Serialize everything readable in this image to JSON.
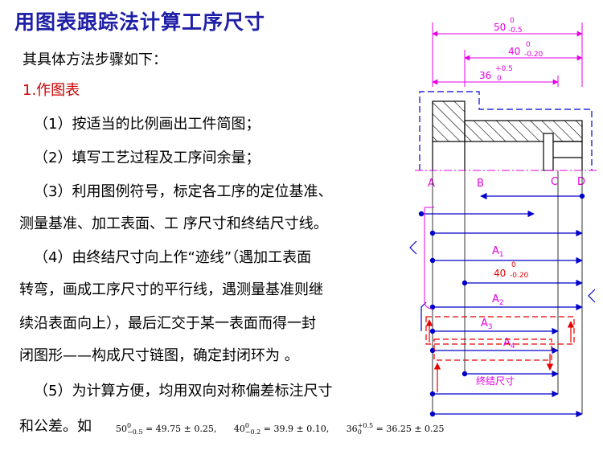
{
  "title": "用图表跟踪法计算工序尺寸",
  "intro": "其具体方法步骤如下：",
  "section": "1.作图表",
  "steps": {
    "s1": "（1）按适当的比例画出工件简图；",
    "s2": "（2）填写工艺过程及工序间余量；",
    "s3a": "（3）利用图例符号，标定各工序的定位基准、",
    "s3b": "测量基准、加工表面、工 序尺寸和终结尺寸线。",
    "s4a": "（4）由终结尺寸向上作“迹线”（遇加工表面",
    "s4b": "转弯，画成工序尺寸的平行线，遇测量基准则继",
    "s4c": "续沿表面向上），最后汇交于某一表面而得一封",
    "s4d": "闭图形——构成尺寸链图，确定封闭环为 。",
    "s5a": "（5）为计算方便，均用双向对称偏差标注尺寸",
    "s5b": "和公差。如"
  },
  "formulas": {
    "f1": {
      "base": "50",
      "upper": "0",
      "lower": "−0.5",
      "result": "= 49.75 ± 0.25,"
    },
    "f2": {
      "base": "40",
      "upper": "0",
      "lower": "−0.2",
      "result": "= 39.9 ± 0.10,"
    },
    "f3": {
      "base": "36",
      "upper": "+0.5",
      "lower": "0",
      "result": "= 36.25 ± 0.25"
    }
  },
  "diagram": {
    "dims": {
      "d50": {
        "base": "50",
        "upper": "0",
        "lower": "-0.5"
      },
      "d40": {
        "base": "40",
        "upper": "0",
        "lower": "-0.20"
      },
      "d36": {
        "base": "36",
        "upper": "+0.5",
        "lower": "0"
      },
      "d40b": {
        "base": "40",
        "upper": "0",
        "lower": "-0.20"
      }
    },
    "surfaces": {
      "a": "A",
      "b": "B",
      "c": "C",
      "d": "D"
    },
    "chain": {
      "a1": "A",
      "a1sub": "1",
      "a2": "A",
      "a2sub": "2",
      "a3": "A",
      "a3sub": "3",
      "a4": "A",
      "a4sub": "4"
    },
    "final_label": "终结尺寸",
    "colors": {
      "magenta": "#e600e6",
      "blue": "#0000cc",
      "red": "#e60000",
      "black": "#000000"
    }
  }
}
